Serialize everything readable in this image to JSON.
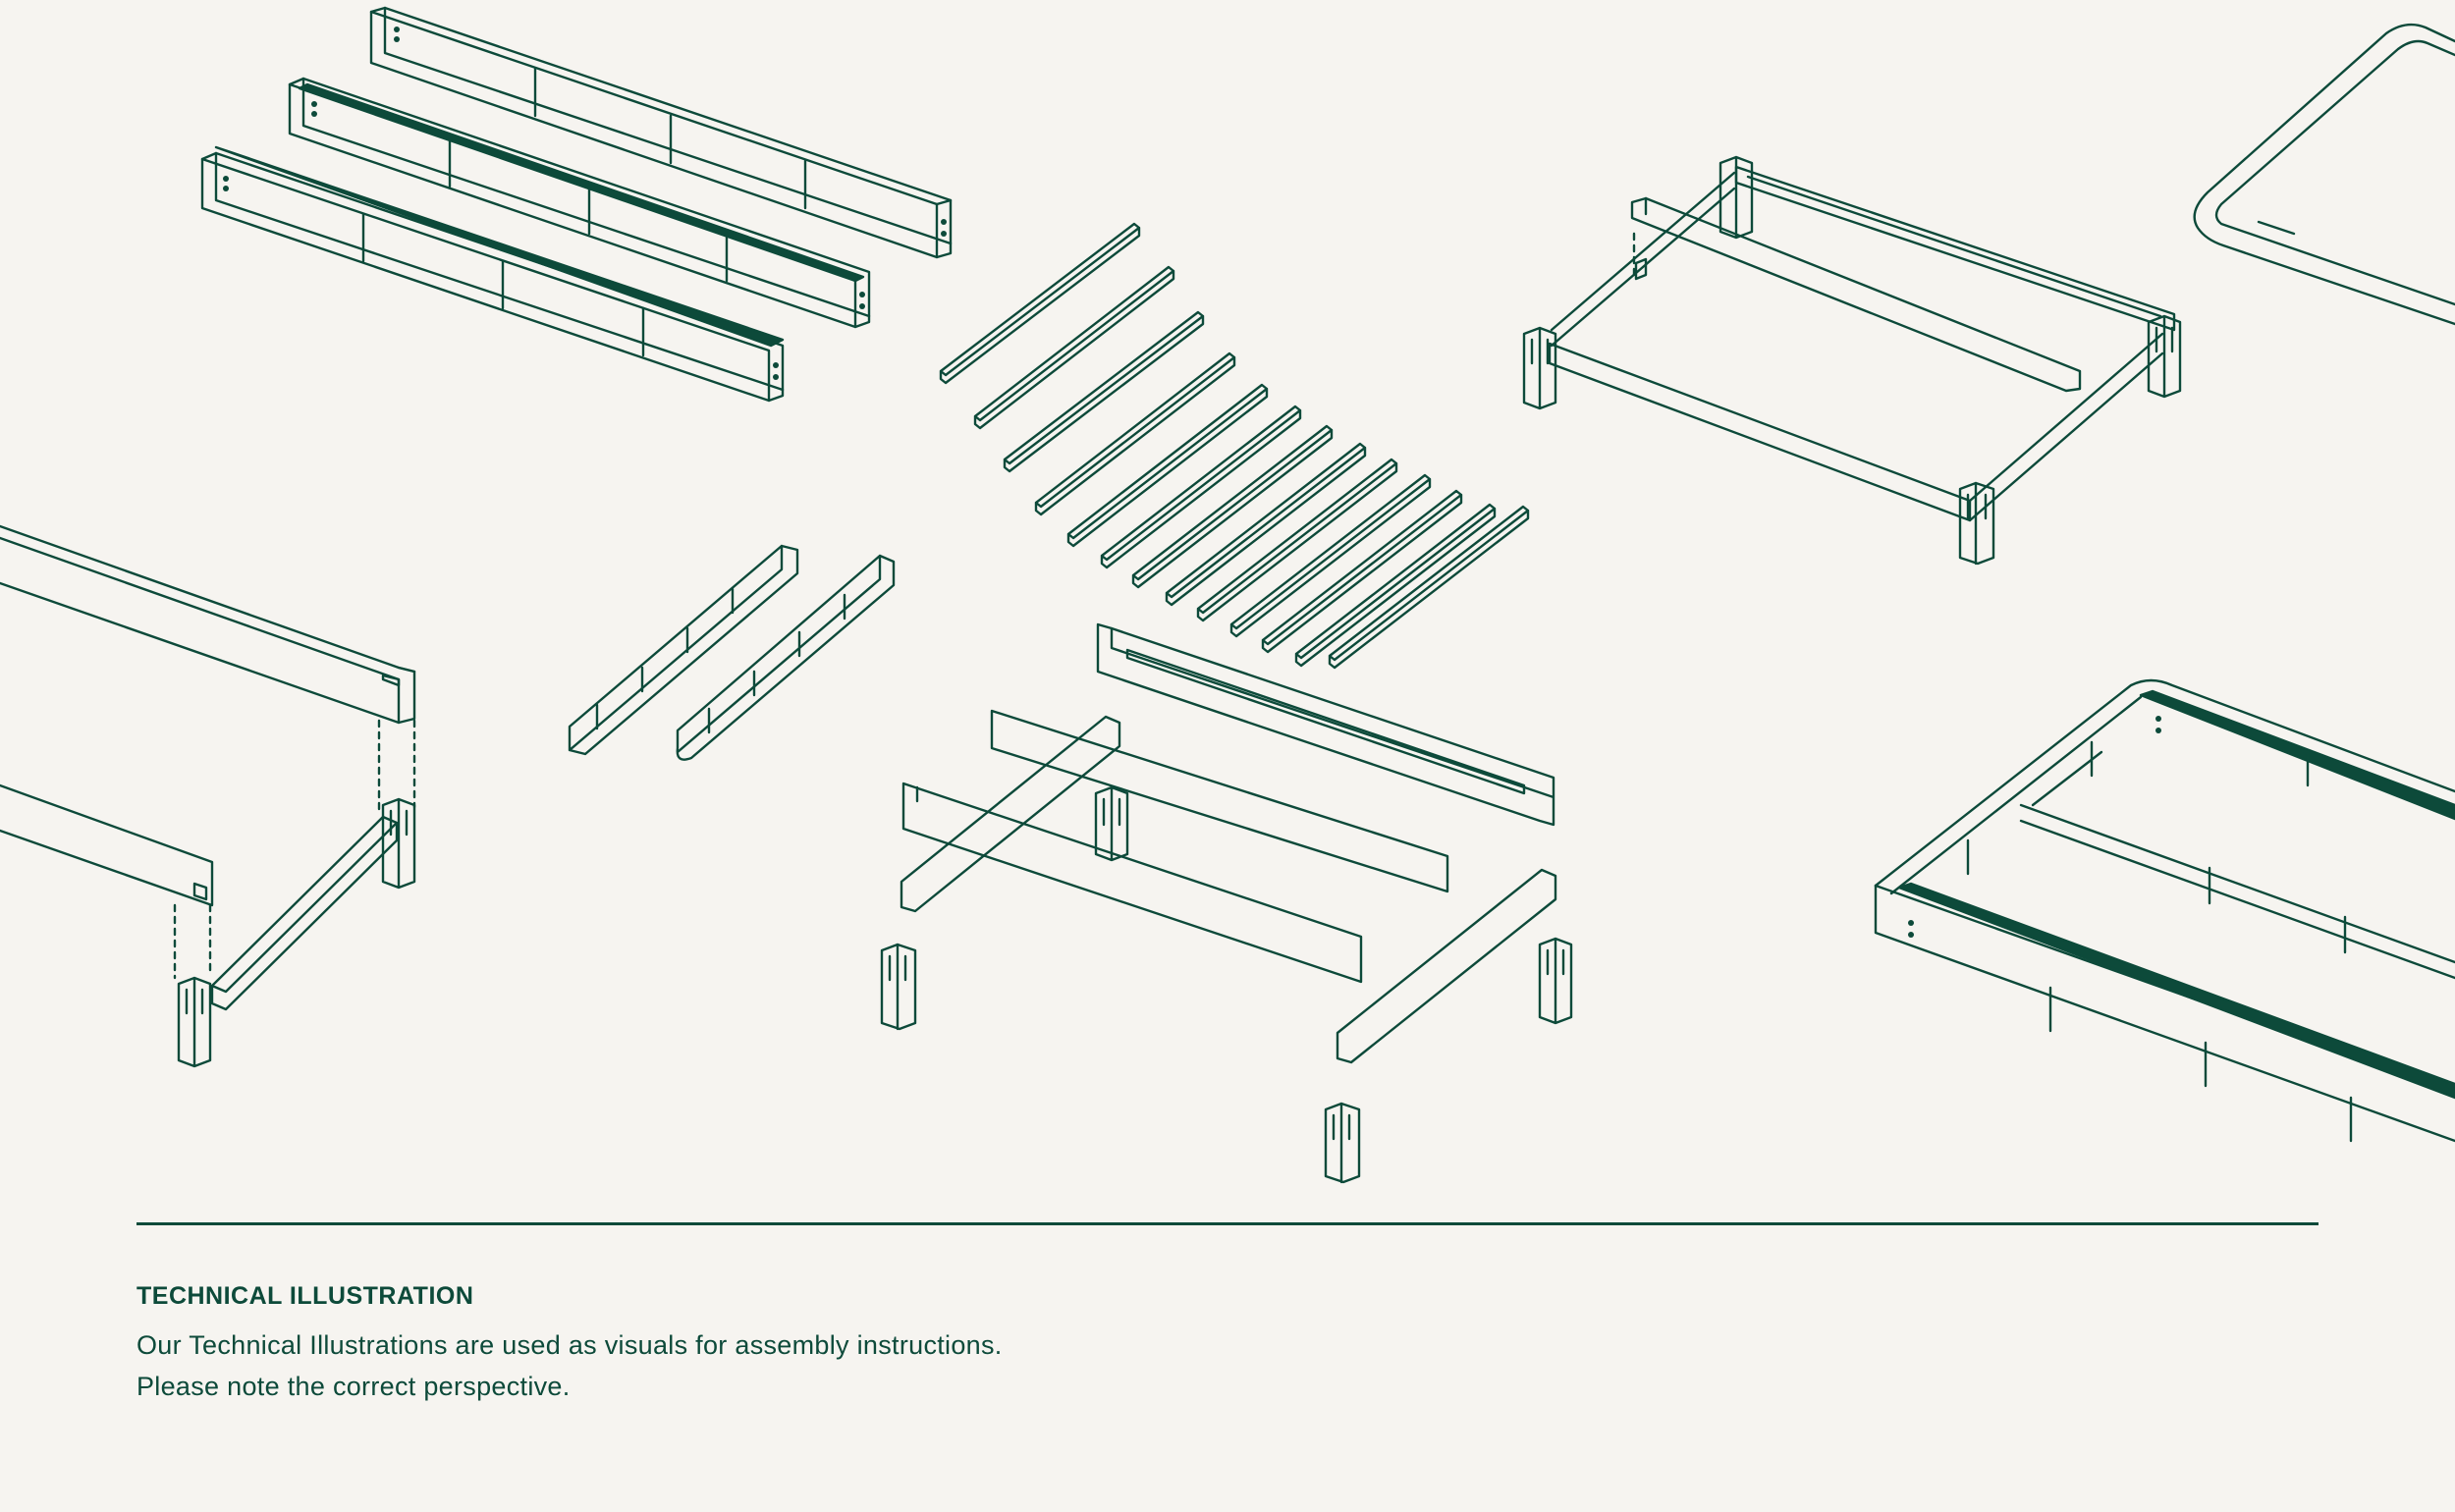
{
  "caption": {
    "title": "TECHNICAL ILLUSTRATION",
    "lines": [
      "Our Technical Illustrations are used as visuals for assembly instructions.",
      "Please note the correct perspective."
    ]
  },
  "colors": {
    "background": "#f6f4f0",
    "line": "#0d4a3a",
    "highlight": "#0d4a3a"
  }
}
